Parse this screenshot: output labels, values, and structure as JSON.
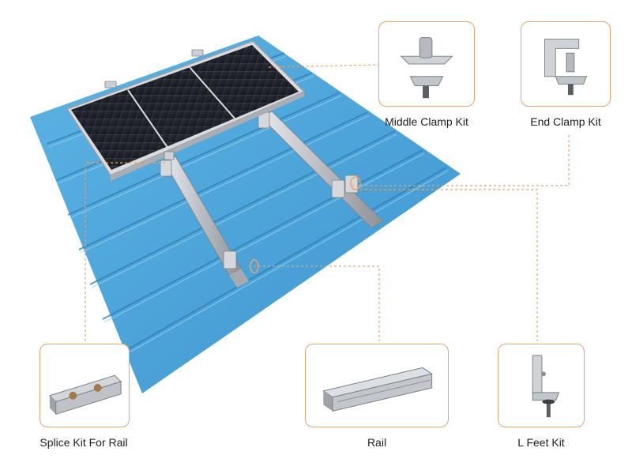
{
  "components": {
    "middle_clamp": {
      "label": "Middle Clamp Kit"
    },
    "end_clamp": {
      "label": "End Clamp Kit"
    },
    "splice_kit": {
      "label": "Splice Kit For Rail"
    },
    "rail": {
      "label": "Rail"
    },
    "l_feet": {
      "label": "L Feet Kit"
    }
  },
  "colors": {
    "accent": "#e8a46a",
    "roof": "#4aa3d8",
    "panel": "#1d2128",
    "aluminum": "#c9ccd1"
  }
}
